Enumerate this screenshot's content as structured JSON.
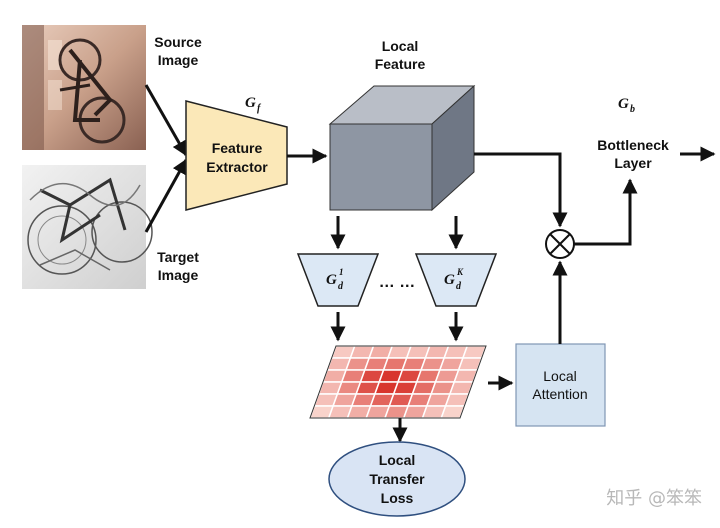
{
  "labels": {
    "source_line1": "Source",
    "source_line2": "Image",
    "target_line1": "Target",
    "target_line2": "Image",
    "feature_line1": "Feature",
    "feature_line2": "Extractor",
    "local_feature_line1": "Local",
    "local_feature_line2": "Feature",
    "bottleneck_line1": "Bottleneck",
    "bottleneck_line2": "Layer",
    "attention_line1": "Local",
    "attention_line2": "Attention",
    "loss_line1": "Local",
    "loss_line2": "Transfer",
    "loss_line3": "Loss",
    "ellipsis": "… …"
  },
  "math": {
    "gf_main": "G",
    "gf_sub": "f",
    "gb_main": "G",
    "gb_sub": "b",
    "gd1_main": "G",
    "gd1_sub": "d",
    "gd1_sup": "1",
    "gdk_main": "G",
    "gdk_sub": "d",
    "gdk_sup": "K"
  },
  "watermark": "知乎 @笨笨",
  "colors": {
    "feature_extractor_fill": "#fbe8b8",
    "cube_front": "#8e96a3",
    "cube_top": "#b9bec7",
    "cube_side": "#6f7785",
    "decoder_fill": "#dce8f5",
    "attention_fill": "#d6e4f2",
    "loss_fill": "#d9e4f4"
  },
  "heatmap": {
    "rows": 6,
    "cols": 8,
    "cells": [
      [
        0.15,
        0.25,
        0.3,
        0.2,
        0.2,
        0.25,
        0.2,
        0.15
      ],
      [
        0.25,
        0.45,
        0.55,
        0.6,
        0.55,
        0.45,
        0.35,
        0.2
      ],
      [
        0.3,
        0.55,
        0.85,
        0.95,
        0.85,
        0.6,
        0.4,
        0.25
      ],
      [
        0.25,
        0.5,
        0.8,
        0.95,
        0.9,
        0.65,
        0.45,
        0.25
      ],
      [
        0.2,
        0.35,
        0.55,
        0.7,
        0.75,
        0.55,
        0.35,
        0.2
      ],
      [
        0.1,
        0.2,
        0.3,
        0.35,
        0.45,
        0.35,
        0.2,
        0.1
      ]
    ]
  }
}
